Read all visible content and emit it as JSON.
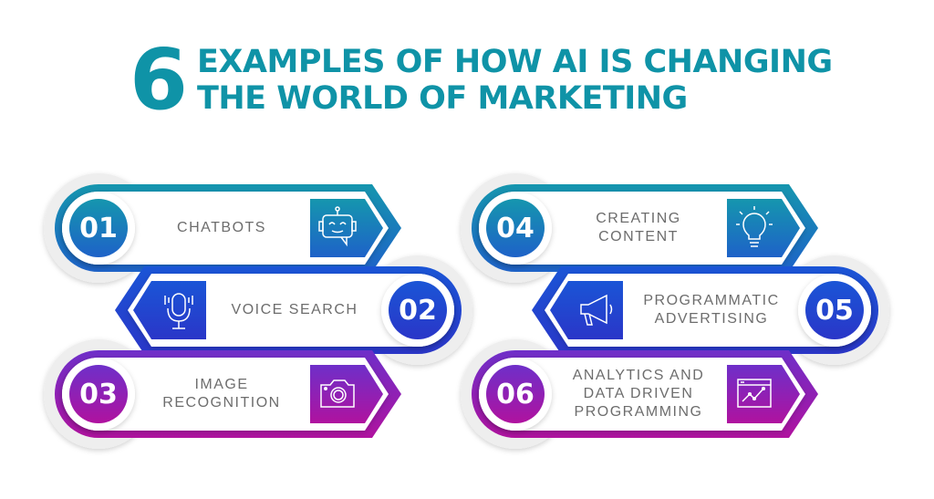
{
  "title": {
    "number": "6",
    "line1": "EXAMPLES OF HOW AI IS CHANGING",
    "line2": "THE WORLD OF MARKETING",
    "color": "#0f93a7"
  },
  "cards": [
    {
      "number": "01",
      "lines": [
        "CHATBOTS"
      ],
      "icon": "robot-chat-icon",
      "colors": [
        "#1596ae",
        "#1e62c8"
      ]
    },
    {
      "number": "02",
      "lines": [
        "VOICE SEARCH"
      ],
      "icon": "microphone-icon",
      "colors": [
        "#1a55d6",
        "#2a36c8"
      ]
    },
    {
      "number": "03",
      "lines": [
        "IMAGE",
        "RECOGNITION"
      ],
      "icon": "camera-icon",
      "colors": [
        "#6e2fc9",
        "#b0129f"
      ]
    },
    {
      "number": "04",
      "lines": [
        "CREATING",
        "CONTENT"
      ],
      "icon": "lightbulb-icon",
      "colors": [
        "#1596ae",
        "#1e62c8"
      ]
    },
    {
      "number": "05",
      "lines": [
        "PROGRAMMATIC",
        "ADVERTISING"
      ],
      "icon": "megaphone-icon",
      "colors": [
        "#1a55d6",
        "#2a36c8"
      ]
    },
    {
      "number": "06",
      "lines": [
        "ANALYTICS AND",
        "DATA DRIVEN",
        "PROGRAMMING"
      ],
      "icon": "analytics-chart-icon",
      "colors": [
        "#6e2fc9",
        "#b0129f"
      ]
    }
  ]
}
